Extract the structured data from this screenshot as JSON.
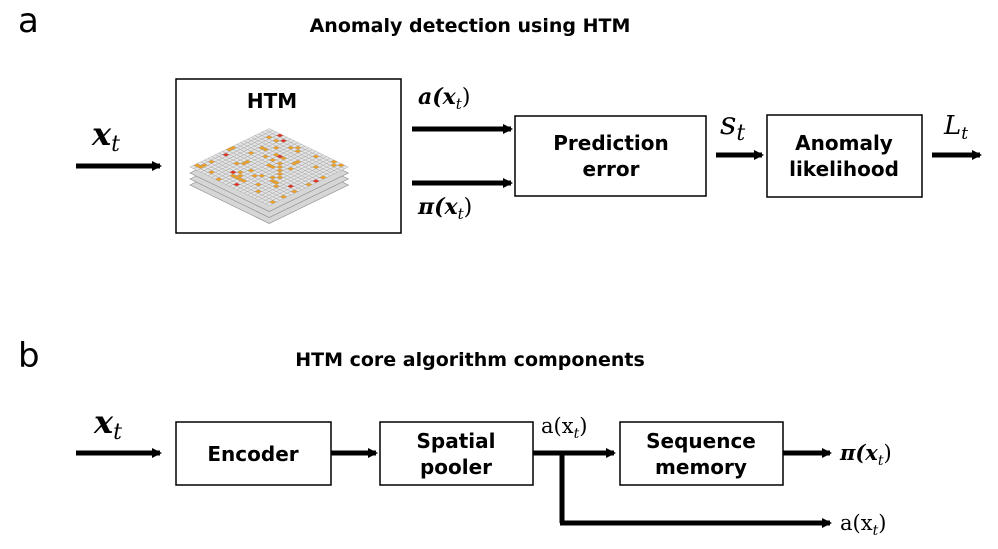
{
  "panel_a": {
    "letter": "a",
    "title": "Anomaly detection using HTM",
    "input_label": "x",
    "input_sub": "t",
    "htm_box_label": "HTM",
    "output_a_label": "a(x",
    "output_a_sub": "t",
    "output_pi_label": "π(x",
    "output_pi_sub": "t",
    "prediction_error_line1": "Prediction",
    "prediction_error_line2": "error",
    "score_label": "s",
    "score_sub": "t",
    "anomaly_line1": "Anomaly",
    "anomaly_line2": "likelihood",
    "likelihood_label": "L",
    "likelihood_sub": "t"
  },
  "panel_b": {
    "letter": "b",
    "title": "HTM core algorithm components",
    "input_label": "x",
    "input_sub": "t",
    "encoder_label": "Encoder",
    "spatial_line1": "Spatial",
    "spatial_line2": "pooler",
    "mid_label": "a(x",
    "mid_sub": "t",
    "sequence_line1": "Sequence",
    "sequence_line2": "memory",
    "out_pi_label": "π(x",
    "out_pi_sub": "t",
    "out_a_label": "a(x",
    "out_a_sub": "t"
  },
  "colors": {
    "stroke": "#000000",
    "cell_gray": "#e4e4e4",
    "cell_orange": "#f0a020",
    "cell_red": "#e53020"
  }
}
